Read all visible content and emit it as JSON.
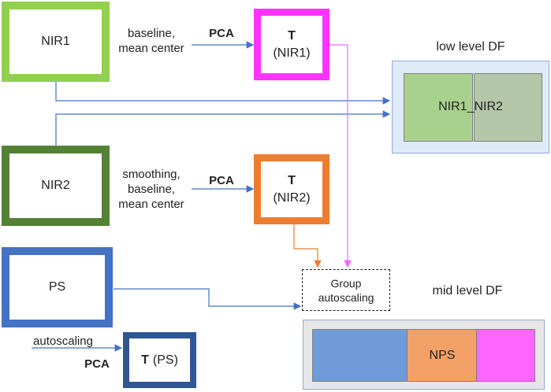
{
  "sources": {
    "nir1": "NIR1",
    "nir2": "NIR2",
    "ps": "PS"
  },
  "steps": {
    "nir1_pre_1": "baseline,",
    "nir1_pre_2": "mean center",
    "nir2_pre_1": "smoothing,",
    "nir2_pre_2": "baseline,",
    "nir2_pre_3": "mean center",
    "ps_pre": "autoscaling",
    "pca": "PCA"
  },
  "scores": {
    "t_letter": "T",
    "t_nir1": "(NIR1)",
    "t_nir2": "(NIR2)",
    "t_ps": "(PS)"
  },
  "group": {
    "line1": "Group",
    "line2": "autoscaling"
  },
  "fusion": {
    "low_title": "low level DF",
    "low_content": "NIR1_NIR2",
    "mid_title": "mid level DF",
    "mid_content": "NPS"
  },
  "colors": {
    "nir1": "#92D050",
    "nir2": "#548235",
    "ps": "#4472C4",
    "t_nir1": "#FF33FF",
    "t_nir2": "#ED7D31",
    "t_ps": "#2F5597",
    "arrow": "#4472C4"
  }
}
